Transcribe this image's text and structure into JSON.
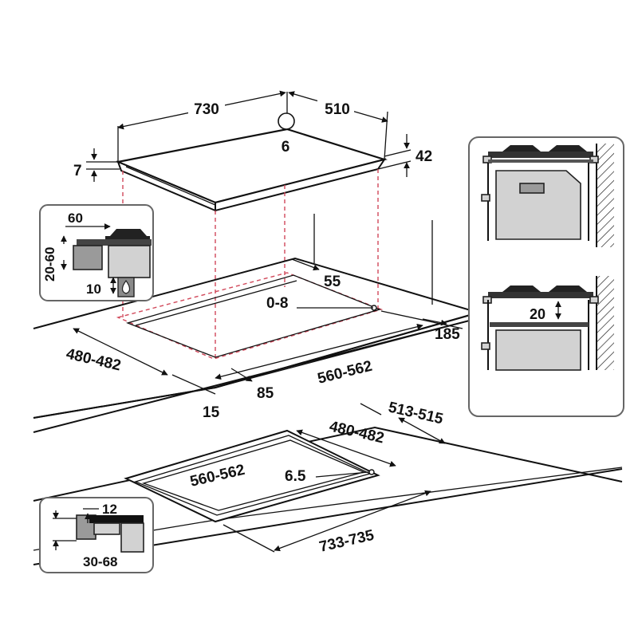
{
  "top_hob": {
    "width": "730",
    "depth": "510",
    "corner_radius_mark": "6",
    "height": "42",
    "glass_thickness": "7"
  },
  "cutout_top": {
    "rear_gap": "55",
    "tolerance": "0-8",
    "side_clearance": "185",
    "cutout_depth": "480-482",
    "cutout_width": "560-562",
    "front_gap": "85",
    "front_offset": "15"
  },
  "inset_gas": {
    "top_value": "60",
    "side_value": "20-60",
    "bottom_value": "10"
  },
  "inset_oven_spacing": {
    "gap_value": "20"
  },
  "flush_cutout": {
    "outer_depth": "513-515",
    "inner_depth": "480-482",
    "inner_width": "560-562",
    "radius": "6.5",
    "outer_width": "733-735"
  },
  "inset_flush": {
    "step_value": "12",
    "range_value": "30-68"
  }
}
